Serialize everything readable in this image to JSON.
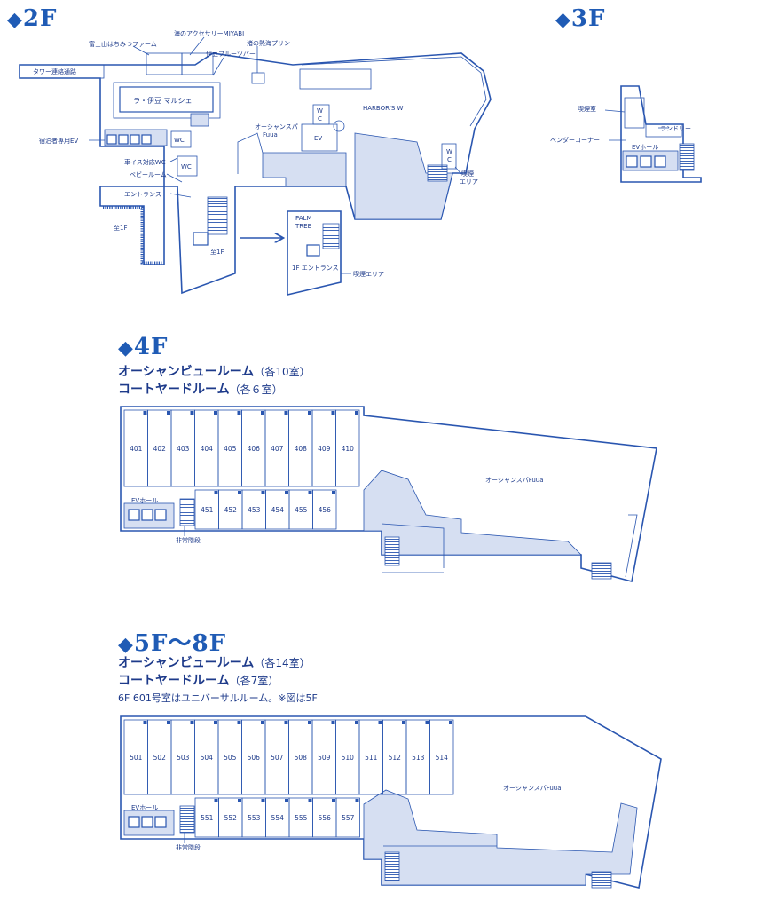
{
  "floors": {
    "f2": {
      "heading": "2F",
      "labels": {
        "tower_corridor": "タワー連絡通路",
        "fuji_honey": "富士山はちみつファーム",
        "accessory": "海のアクセサリーMIYABI",
        "pudding": "渚の熱海プリン",
        "izu_fruits": "伊豆フルーツバー",
        "marche": "ラ・伊豆 マルシェ",
        "guest_ev": "宿泊者専用EV",
        "wheelchair_wc": "車イス対応WC",
        "baby_room": "ベビールーム",
        "entrance": "エントランス",
        "to_1f_left": "至1F",
        "to_1f_mid": "至1F",
        "wc1": "WC",
        "wc2": "WC",
        "spa": "オーシャンスパ",
        "spa2": "Fuua",
        "ev": "EV",
        "harbors": "HARBOR'S W",
        "w_mark": "W",
        "c_mark": "C",
        "w_mark2": "W",
        "c_mark2": "C",
        "smoking_area_a": "喫煙",
        "smoking_area_b": "エリア",
        "palm_tree_a": "PALM",
        "palm_tree_b": "TREE",
        "entrance_1f": "1F エントランス",
        "smoking_area_1f": "喫煙エリア"
      }
    },
    "f3": {
      "heading": "3F",
      "labels": {
        "smoking_room": "喫煙室",
        "laundry": "ランドリー",
        "vending": "ベンダーコーナー",
        "ev_hall": "EVホール"
      }
    },
    "f4": {
      "heading": "4F",
      "line1_main": "オーシャンビュールーム",
      "line1_small": "（各10室）",
      "line2_main": "コートヤードルーム",
      "line2_small": "（各６室）",
      "top_rooms": [
        "401",
        "402",
        "403",
        "404",
        "405",
        "406",
        "407",
        "408",
        "409",
        "410"
      ],
      "bottom_rooms": [
        "451",
        "452",
        "453",
        "454",
        "455",
        "456"
      ],
      "ev_hall": "EVホール",
      "emergency_stairs": "非常階段",
      "spa": "オーシャンスパFuua"
    },
    "f5": {
      "heading": "5F～8F",
      "line1_main": "オーシャンビュールーム",
      "line1_small": "（各14室）",
      "line2_main": "コートヤードルーム",
      "line2_small": "（各7室）",
      "note": "6F 601号室はユニバーサルルーム。※図は5F",
      "top_rooms": [
        "501",
        "502",
        "503",
        "504",
        "505",
        "506",
        "507",
        "508",
        "509",
        "510",
        "511",
        "512",
        "513",
        "514"
      ],
      "bottom_rooms": [
        "551",
        "552",
        "553",
        "554",
        "555",
        "556",
        "557"
      ],
      "ev_hall": "EVホール",
      "emergency_stairs": "非常階段",
      "spa": "オーシャンスパFuua"
    }
  },
  "colors": {
    "accent": "#1f5bb5",
    "line": "#2a56b0",
    "shade": "#d6dff2",
    "text": "#1d3a8a"
  },
  "icons": {
    "heading_marker": "diamond-icon",
    "stairs": "stairs-icon",
    "arrow": "arrow-right-icon"
  }
}
